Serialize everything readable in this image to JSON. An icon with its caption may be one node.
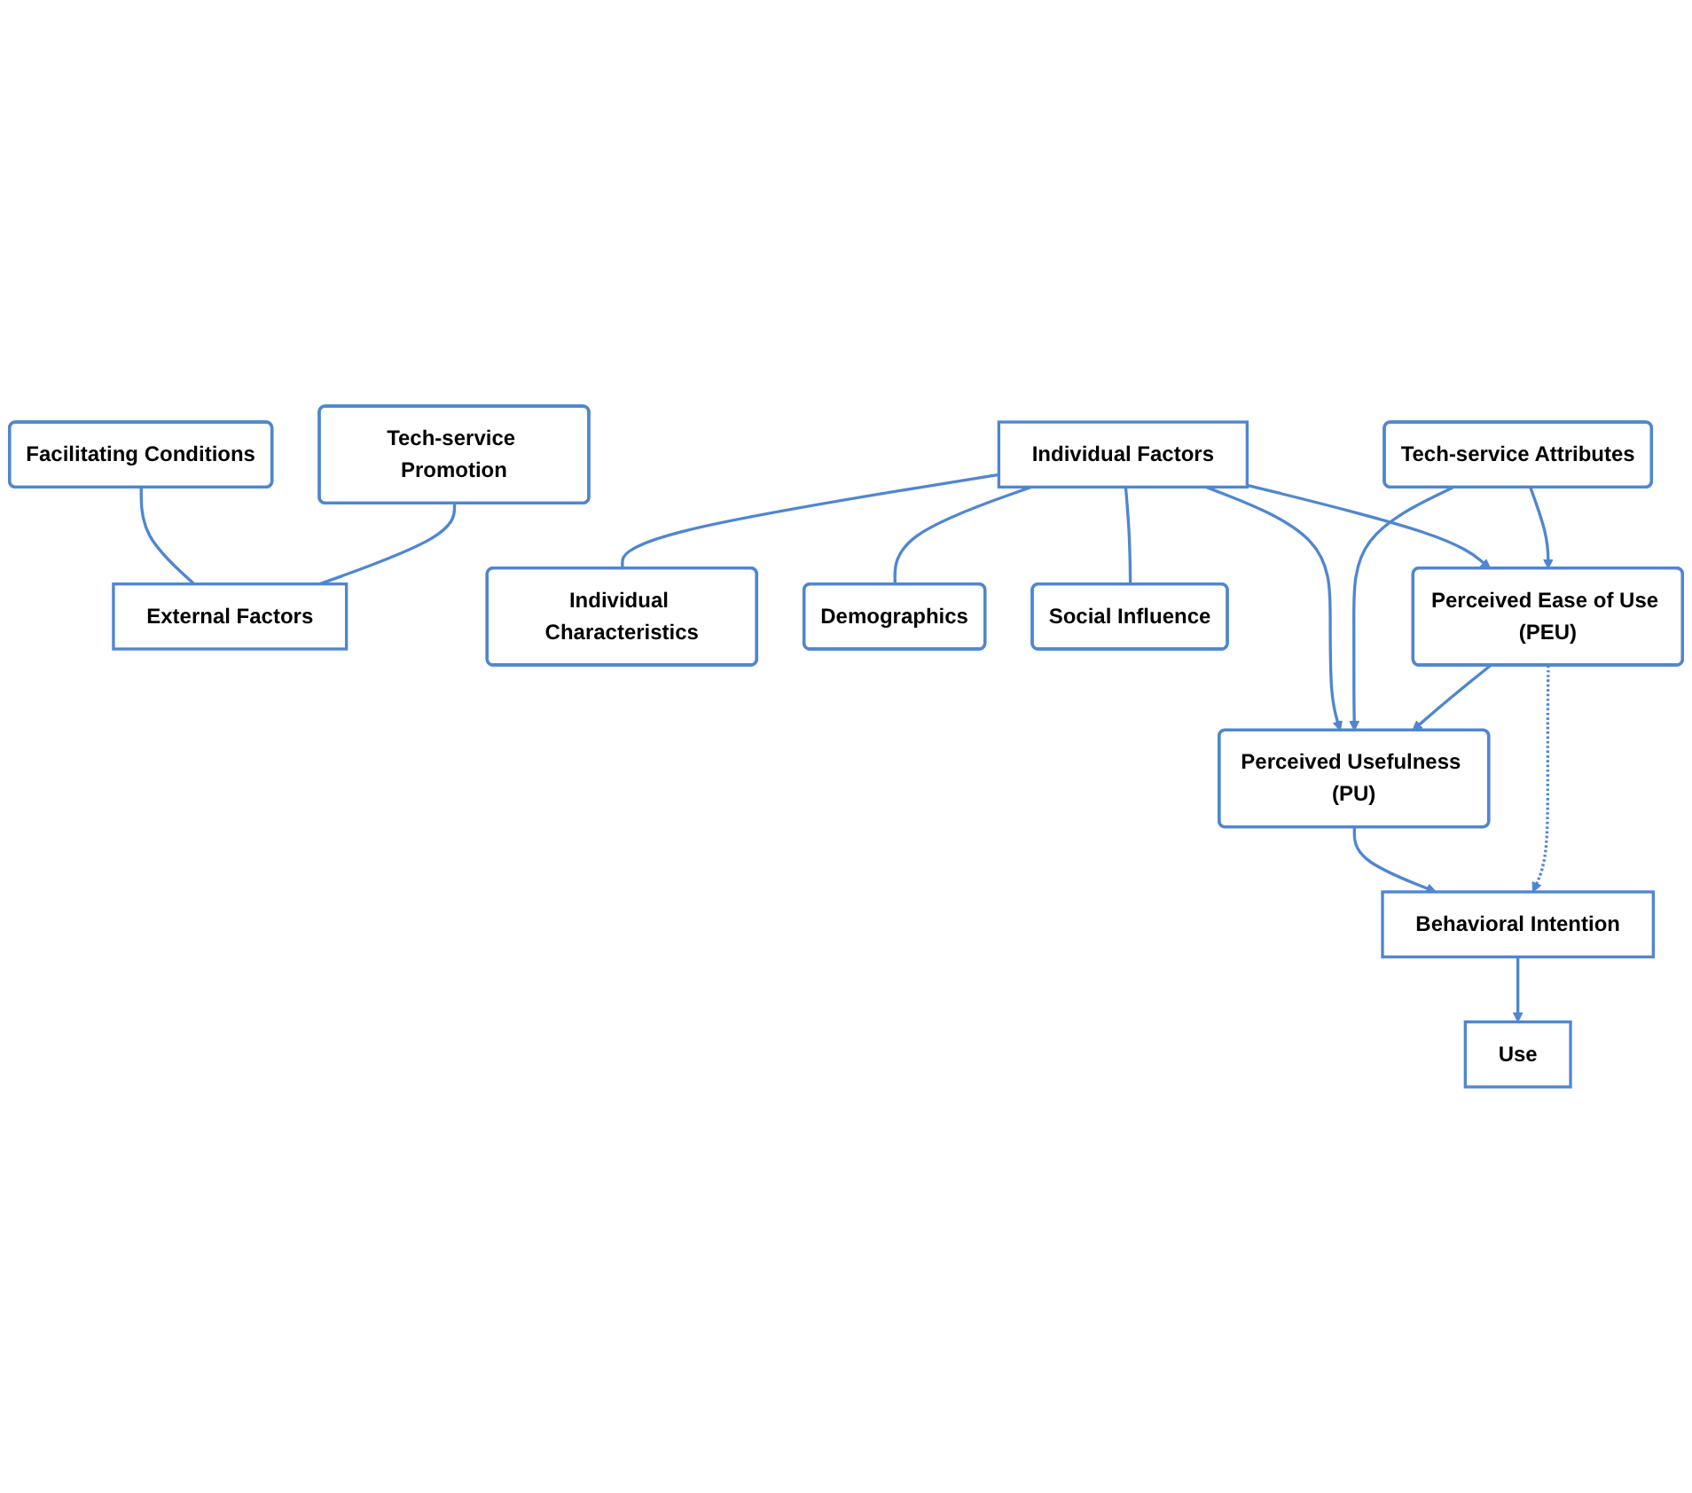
{
  "diagram": {
    "nodes": [
      {
        "text": [
          "Facilitating Conditions"
        ]
      },
      {
        "text": [
          "Tech-service Promotion"
        ]
      },
      {
        "text": [
          "External Factors"
        ]
      },
      {
        "text": [
          "Individual Factors"
        ]
      },
      {
        "text": [
          "Individual Characteristics"
        ]
      },
      {
        "text": [
          "Demographics"
        ]
      },
      {
        "text": [
          "Social Influence"
        ]
      },
      {
        "text": [
          "Perceived Usefulness (PU)"
        ]
      },
      {
        "text": [
          "Tech-service Attributes"
        ]
      },
      {
        "text": [
          "Perceived Ease of Use (PEU)"
        ]
      },
      {
        "text": [
          "Behavioral  Intention"
        ]
      },
      {
        "text": [
          "Use"
        ]
      }
    ],
    "edges": [
      {
        "from": 0,
        "to": 2,
        "arrow": "none"
      },
      {
        "from": 1,
        "to": 2,
        "arrow": "none"
      },
      {
        "from": 3,
        "to": 4,
        "arrow": "none"
      },
      {
        "from": 3,
        "to": 5,
        "arrow": "none"
      },
      {
        "from": 3,
        "to": 6,
        "arrow": "none"
      },
      {
        "from": 3,
        "to": 7,
        "arrow": "to"
      },
      {
        "from": 3,
        "to": 9,
        "arrow": "to"
      },
      {
        "from": 8,
        "to": 7,
        "arrow": "to"
      },
      {
        "from": 8,
        "to": 9,
        "arrow": "to"
      },
      {
        "from": 9,
        "to": 7,
        "arrow": "to"
      },
      {
        "from": 7,
        "to": 10,
        "arrow": "to"
      },
      {
        "from": 9,
        "to": 10,
        "arrow": "to",
        "style": "dashed"
      },
      {
        "from": 10,
        "to": 11,
        "arrow": "to"
      }
    ]
  }
}
